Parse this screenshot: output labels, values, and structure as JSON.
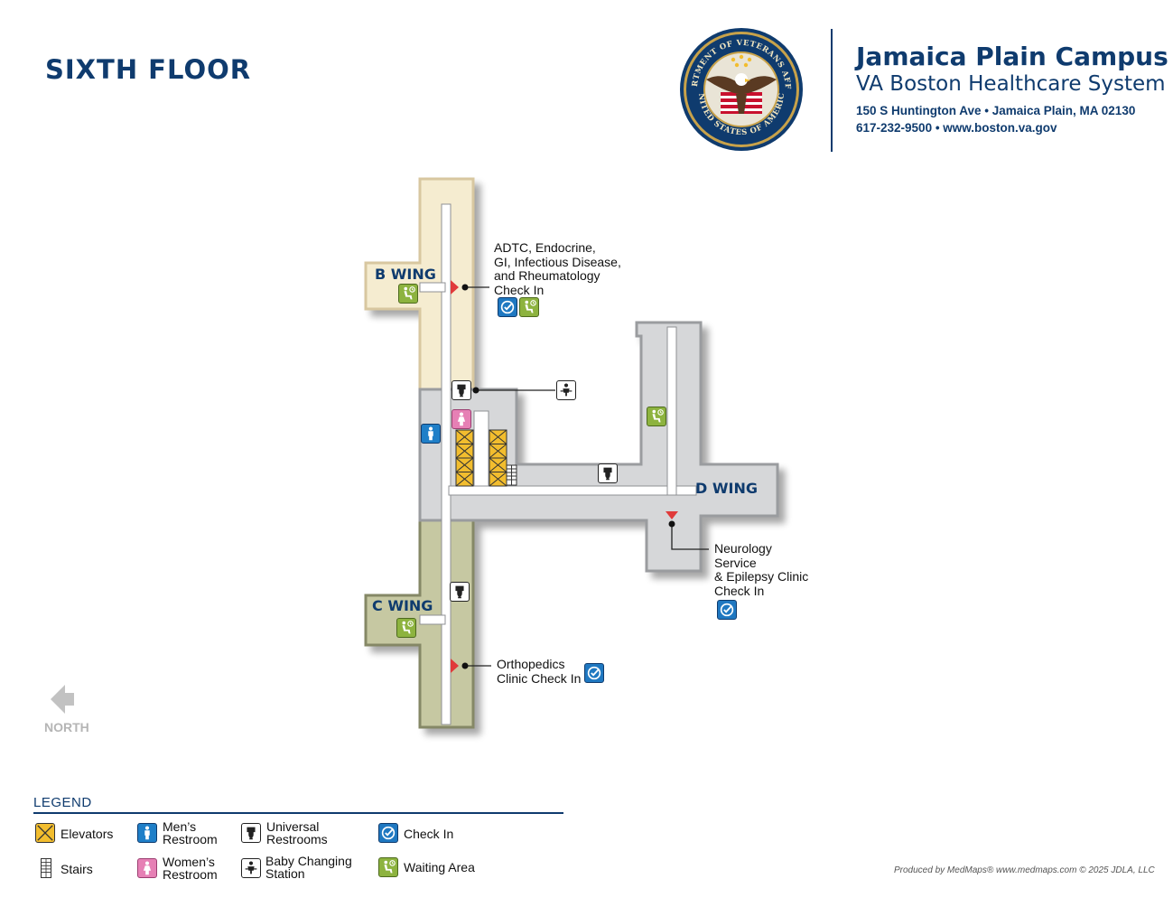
{
  "floor_title": "SIXTH FLOOR",
  "header": {
    "campus_name": "Jamaica Plain Campus",
    "system_name": "VA Boston Healthcare System",
    "address": "150 S Huntington Ave • Jamaica Plain, MA 02130",
    "contact": "617-232-9500 • www.boston.va.gov",
    "seal_text_top": "DEPARTMENT OF VETERANS AFFAIRS",
    "seal_text_bottom": "UNITED STATES OF AMERICA"
  },
  "wings": {
    "b": "B WING",
    "c": "C WING",
    "d": "D WING"
  },
  "callouts": {
    "adtc": "ADTC, Endocrine,\nGI, Infectious Disease,\nand Rheumatology\nCheck In",
    "neurology": "Neurology\nService\n& Epilepsy Clinic\nCheck In",
    "orthopedics": "Orthopedics\nClinic Check In"
  },
  "north_label": "NORTH",
  "legend": {
    "title": "LEGEND",
    "items": {
      "elevators": "Elevators",
      "stairs": "Stairs",
      "mens_restroom": "Men’s\nRestroom",
      "womens_restroom": "Women’s\nRestroom",
      "universal_restrooms": "Universal\nRestrooms",
      "baby_changing": "Baby Changing\nStation",
      "check_in": "Check In",
      "waiting_area": "Waiting Area"
    }
  },
  "credit": "Produced by MedMaps®  www.medmaps.com  © 2025 JDLA, LLC",
  "colors": {
    "navy": "#0f3b6e",
    "b_wing_fill": "#f5ecd0",
    "b_wing_border": "#d8c7a0",
    "c_wing_fill": "#c6c8a2",
    "c_wing_border": "#858866",
    "core_fill": "#d6d7d9",
    "core_border": "#9a9c9f",
    "check_in": "#1f78c1",
    "waiting": "#8db33f",
    "mens": "#1f7fc8",
    "womens": "#e680b5",
    "elevator": "#f2bd2e",
    "entrance_marker": "#e03a3a"
  },
  "icons": {
    "check_in": "check-in-icon",
    "waiting": "waiting-area-icon",
    "mens": "mens-restroom-icon",
    "womens": "womens-restroom-icon",
    "universal": "universal-restroom-icon",
    "baby": "baby-changing-icon",
    "elevator": "elevator-icon",
    "stairs": "stairs-icon",
    "north": "north-arrow-icon"
  }
}
